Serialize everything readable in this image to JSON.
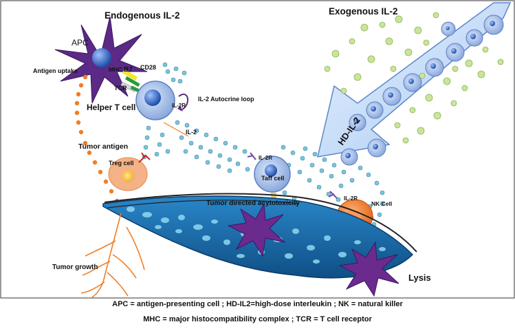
{
  "titles": {
    "endogenous": "Endogenous IL-2",
    "exogenous": "Exogenous IL-2"
  },
  "labels": {
    "apc": "APC",
    "antigen_uptake": "Antigen uptake",
    "mhc": "MHC",
    "b7": "B7",
    "cd28": "CD28",
    "tcr": "TCR",
    "helper_t_cell": "Helper T cell",
    "il2r_helper": "IL-2R",
    "autocrine_loop": "IL-2 Autocrine loop",
    "il2": "IL-2",
    "tumor_antigen": "Tumor antigen",
    "treg_cell": "Treg cell",
    "il2r_taff": "IL-2R",
    "taff_cell": "Taff cell",
    "hd_il2": "HD-IL-2",
    "il2r_nk": "IL-2R",
    "nk_cell": "NK Cell",
    "tumor_cytotoxicity": "Tumor directed acytotoxicity",
    "tumor_growth": "Tumor growth",
    "lysis": "Lysis"
  },
  "legend": {
    "line1": "APC = antigen-presenting cell ; HD-IL2=high-dose interleukin ; NK = natural killer",
    "line2": "MHC = major histocompatibility complex ; TCR = T cell receptor"
  },
  "colors": {
    "apc_purple": "#5b2a86",
    "cell_blue": "#9db8e8",
    "nucleus_blue": "#2f5fb5",
    "arrow_blue": "#cfe3fb",
    "il2_dot": "#7cc4d8",
    "green_dot": "#c9e59a",
    "orange": "#f07e26",
    "treg": "#f4b286",
    "nk_orange": "#f26f1a",
    "tumor_blue": "#1b6fb0"
  }
}
